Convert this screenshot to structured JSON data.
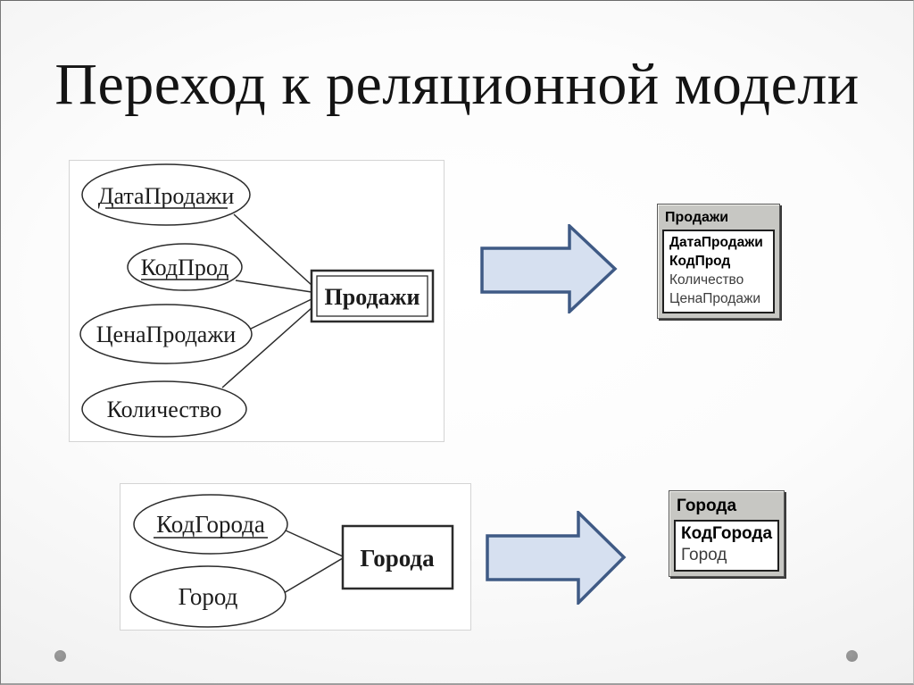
{
  "slide": {
    "title": "Переход к реляционной модели"
  },
  "er_top": {
    "attributes": [
      {
        "label": "ДатаПродажи",
        "underlined": true
      },
      {
        "label": "КодПрод",
        "underlined": true
      },
      {
        "label": "ЦенаПродажи",
        "underlined": false
      },
      {
        "label": "Количество",
        "underlined": false
      }
    ],
    "entity": "Продажи"
  },
  "table_top": {
    "title": "Продажи",
    "fields": [
      {
        "name": "ДатаПродажи",
        "key": true
      },
      {
        "name": "КодПрод",
        "key": true
      },
      {
        "name": "Количество",
        "key": false
      },
      {
        "name": "ЦенаПродажи",
        "key": false
      }
    ]
  },
  "er_bottom": {
    "attributes": [
      {
        "label": "КодГорода",
        "underlined": true
      },
      {
        "label": "Город",
        "underlined": false
      }
    ],
    "entity": "Города"
  },
  "table_bottom": {
    "title": "Города",
    "fields": [
      {
        "name": "КодГорода",
        "key": true
      },
      {
        "name": "Город",
        "key": false
      }
    ]
  },
  "colors": {
    "arrow_fill": "#d6e0f0",
    "arrow_border": "#3f5a85",
    "table_header_bg": "#c7c7c3",
    "diagram_stroke": "#2b2b2b",
    "title_color": "#141414",
    "bullet_color": "#9a9a9a"
  }
}
